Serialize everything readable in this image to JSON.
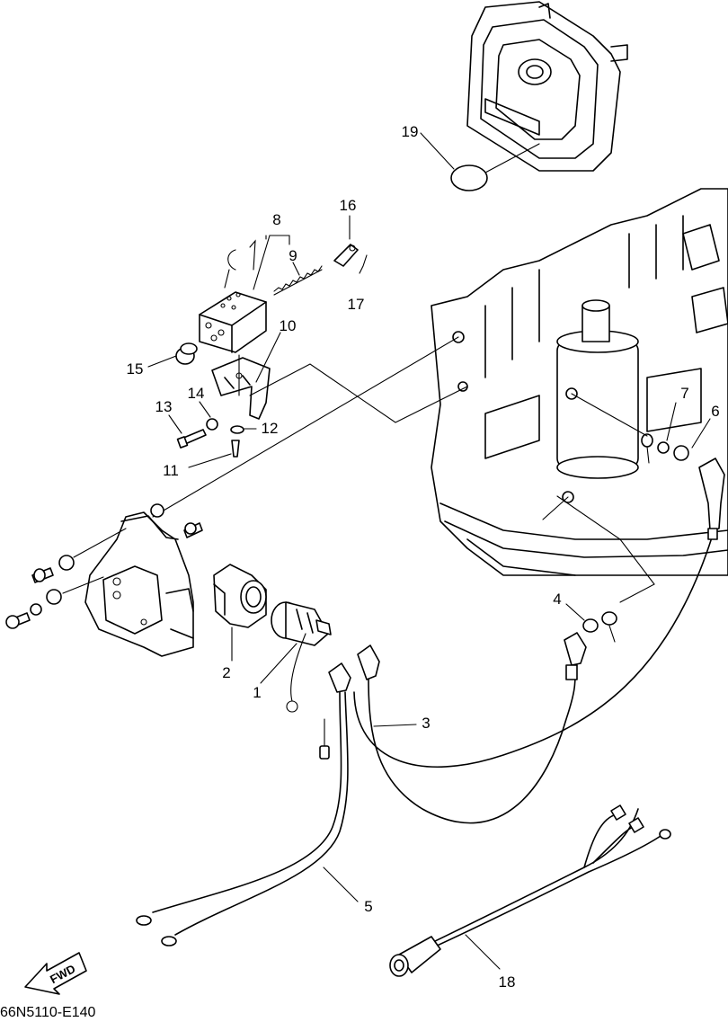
{
  "callouts": {
    "c1": "1",
    "c2": "2",
    "c3": "3",
    "c4": "4",
    "c5": "5",
    "c6": "6",
    "c7": "7",
    "c8": "8",
    "c9": "9",
    "c10": "10",
    "c11": "11",
    "c12": "12",
    "c13": "13",
    "c14": "14",
    "c15": "15",
    "c16": "16",
    "c17": "17",
    "c18": "18",
    "c19": "19"
  },
  "fwd_label": "FWD",
  "diagram_code": "66N5110-E140"
}
